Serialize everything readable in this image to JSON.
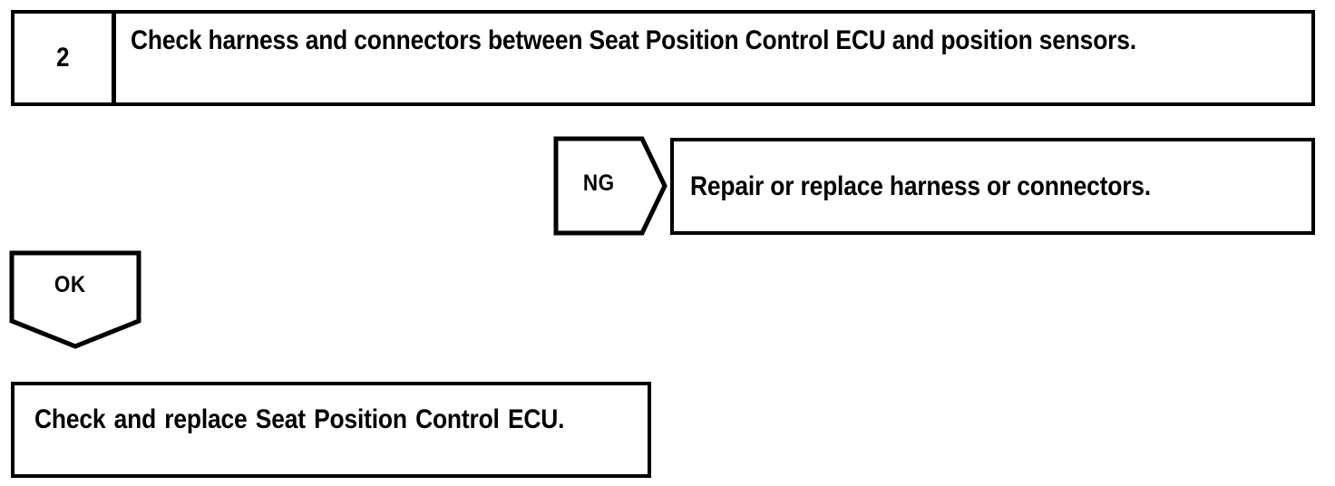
{
  "diagram": {
    "type": "troubleshooting-flowchart",
    "line_color": "#000000",
    "background_color": "#ffffff",
    "steps": [
      {
        "number": "2",
        "instruction": "Check harness and connectors between Seat Position Control ECU and position sensors."
      }
    ],
    "branches": [
      {
        "label": "NG",
        "direction": "right",
        "result": "Repair or replace harness or connectors."
      },
      {
        "label": "OK",
        "direction": "down",
        "result": "Check and replace Seat Position Control ECU."
      }
    ],
    "ng_result": "Repair or replace harness or connectors.",
    "ok_result": "Check and replace Seat Position Control ECU."
  }
}
